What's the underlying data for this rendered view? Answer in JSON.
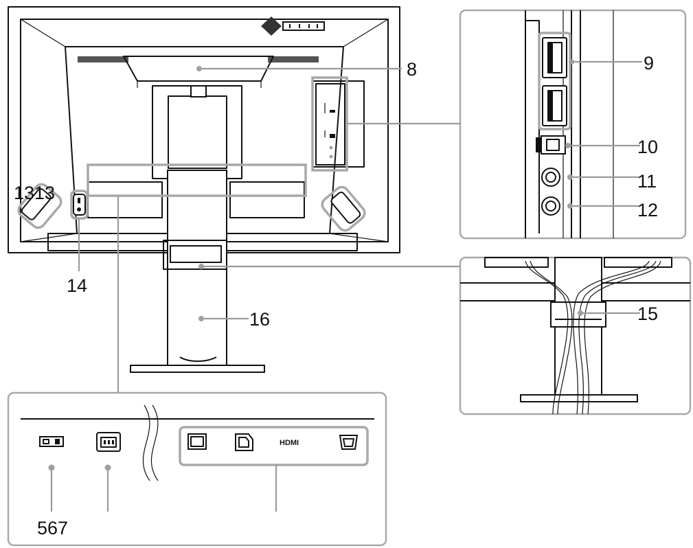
{
  "callouts": {
    "c8": "8",
    "c9": "9",
    "c10": "10",
    "c11": "11",
    "c12": "12",
    "c13": "1313",
    "c14": "14",
    "c15": "15",
    "c16": "16",
    "c567": "567"
  },
  "labels": {
    "hdmi": "HDMI"
  },
  "icons": [
    "eizo-logo-icon",
    "usb-upstream-icon",
    "usb-downstream-icon",
    "headphone-icon",
    "power-switch-icon",
    "power-connector-icon",
    "dvi-connector-icon",
    "displayport-icon",
    "hdmi-icon",
    "d-sub-icon"
  ],
  "colors": {
    "line": "#111111",
    "highlight": "#a8a8a8"
  }
}
